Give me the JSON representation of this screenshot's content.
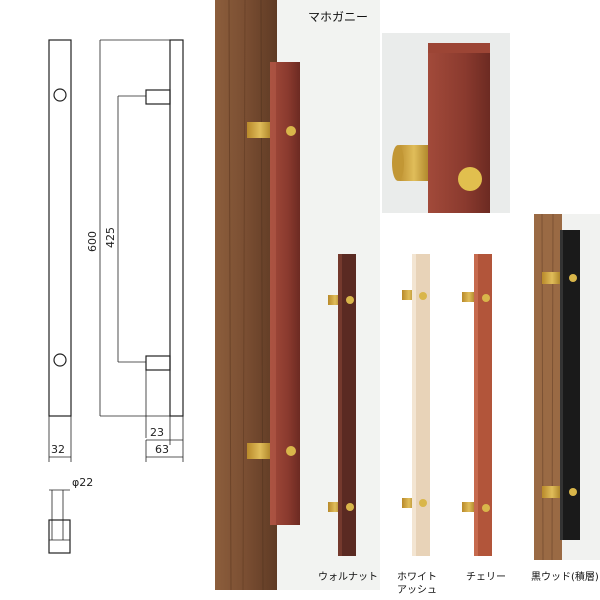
{
  "drawing": {
    "dim_length": "600",
    "dim_grip": "425",
    "dim_width": "32",
    "dim_post": "23",
    "dim_projection": "63",
    "dim_diameter": "φ22"
  },
  "main_photo": {
    "title": "マホガニー"
  },
  "variants": [
    {
      "label": "ウォルナット",
      "color": "#5a2a22"
    },
    {
      "label": "ホワイト\nアッシュ",
      "color": "#e8d3b8"
    },
    {
      "label": "チェリー",
      "color": "#b2553a"
    },
    {
      "label": "黒ウッド(積層)",
      "color": "#1a1a1a"
    }
  ],
  "colors": {
    "mahogany": "#8a3a2e",
    "brass": "#c9a23a",
    "wall_wood": "#7c5234"
  }
}
